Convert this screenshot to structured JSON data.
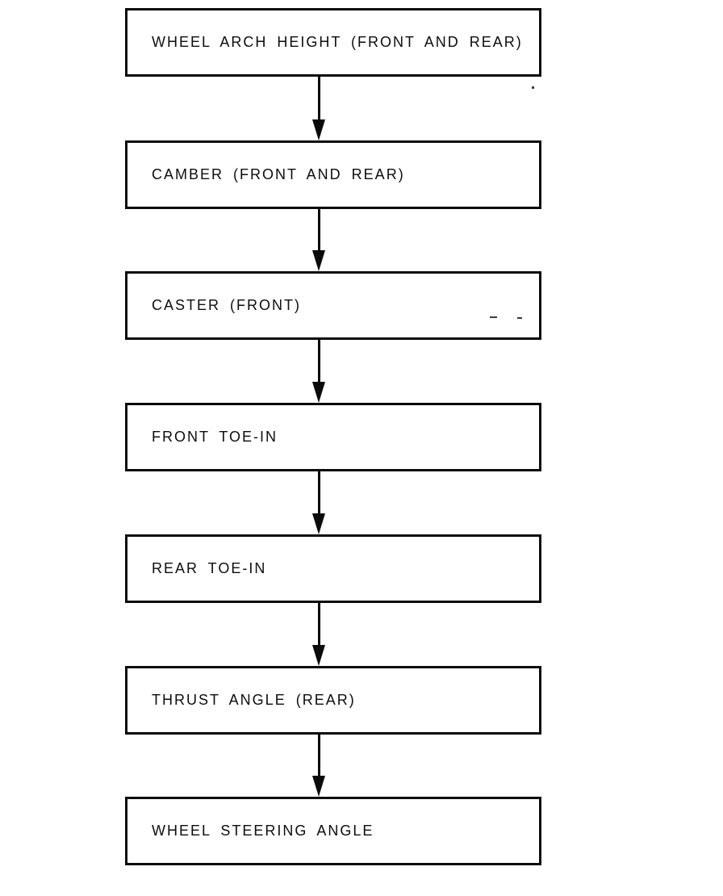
{
  "flowchart": {
    "type": "vertical-flow",
    "direction": "top-to-bottom",
    "steps": [
      {
        "label": "WHEEL ARCH HEIGHT (FRONT AND REAR)"
      },
      {
        "label": "CAMBER (FRONT AND REAR)"
      },
      {
        "label": "CASTER (FRONT)"
      },
      {
        "label": "FRONT TOE-IN"
      },
      {
        "label": "REAR TOE-IN"
      },
      {
        "label": "THRUST ANGLE (REAR)"
      },
      {
        "label": "WHEEL STEERING ANGLE"
      }
    ],
    "connector": "down-arrow",
    "colors": {
      "line": "#0b0b0b",
      "text": "#0d0d0d",
      "background": "#ffffff"
    }
  }
}
